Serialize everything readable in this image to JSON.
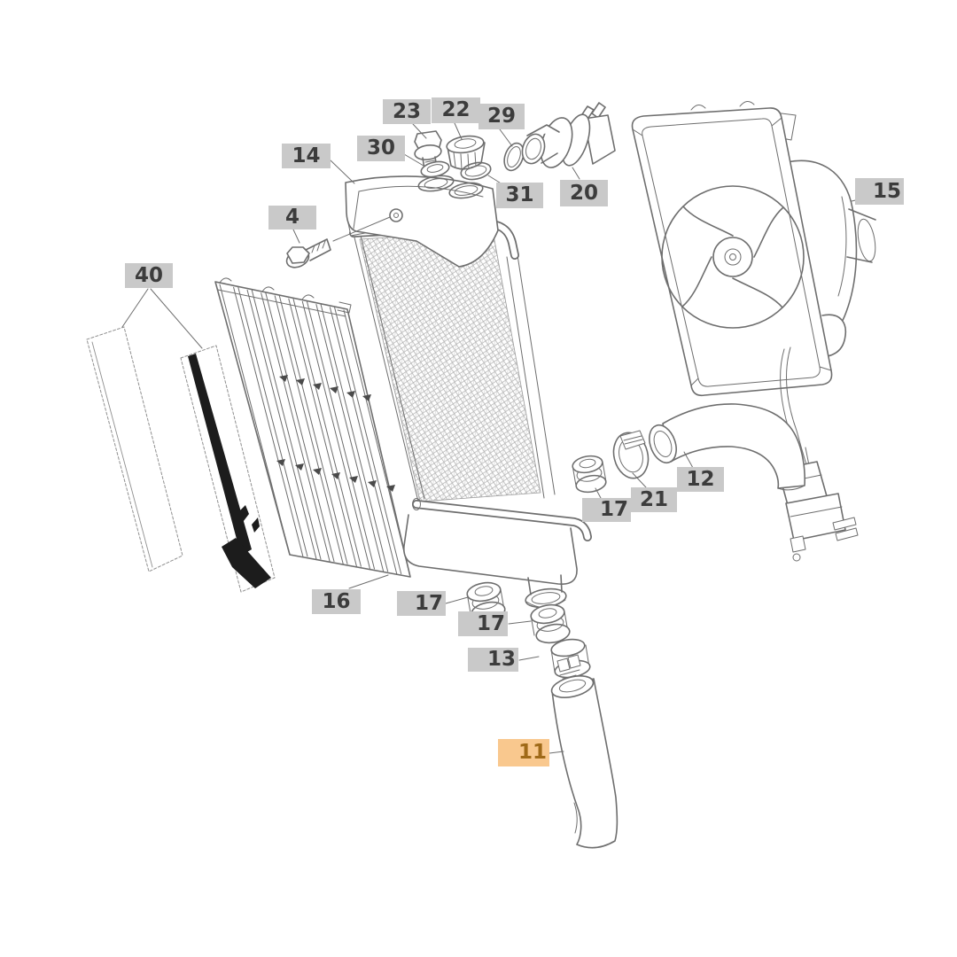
{
  "theme": {
    "background": "#ffffff",
    "line_color": "#6e6e6e",
    "label_bg": "#c9c9c9",
    "label_text": "#3c3c3c",
    "highlight_bg": "#f9c88e",
    "highlight_text": "#a06a18"
  },
  "diagram": {
    "type": "exploded-parts-diagram",
    "subject": "radiator-cooling-fan-assembly",
    "highlighted_part": "11"
  },
  "callouts": [
    {
      "part": "23",
      "shape": "bleed-screw",
      "highlighted": false
    },
    {
      "part": "22",
      "shape": "radiator-cap",
      "highlighted": false
    },
    {
      "part": "29",
      "shape": "o-ring",
      "highlighted": false
    },
    {
      "part": "30",
      "shape": "washer",
      "highlighted": false
    },
    {
      "part": "14",
      "shape": "radiator-top-tank",
      "highlighted": false
    },
    {
      "part": "31",
      "shape": "o-ring",
      "highlighted": false
    },
    {
      "part": "20",
      "shape": "thermo-switch",
      "highlighted": false
    },
    {
      "part": "15",
      "shape": "cooling-fan-assembly",
      "highlighted": false
    },
    {
      "part": "4",
      "shape": "flange-bolt",
      "highlighted": false
    },
    {
      "part": "40",
      "shape": "decal-set",
      "highlighted": false
    },
    {
      "part": "17",
      "shape": "rubber-grommet",
      "highlighted": false
    },
    {
      "part": "21",
      "shape": "hose-clamp",
      "highlighted": false
    },
    {
      "part": "12",
      "shape": "upper-hose-elbow",
      "highlighted": false
    },
    {
      "part": "16",
      "shape": "radiator-guard",
      "highlighted": false
    },
    {
      "part": "17",
      "shape": "rubber-grommet",
      "highlighted": false
    },
    {
      "part": "17",
      "shape": "rubber-grommet",
      "highlighted": false
    },
    {
      "part": "13",
      "shape": "hose-clamp",
      "highlighted": false
    },
    {
      "part": "11",
      "shape": "lower-hose",
      "highlighted": true
    }
  ]
}
